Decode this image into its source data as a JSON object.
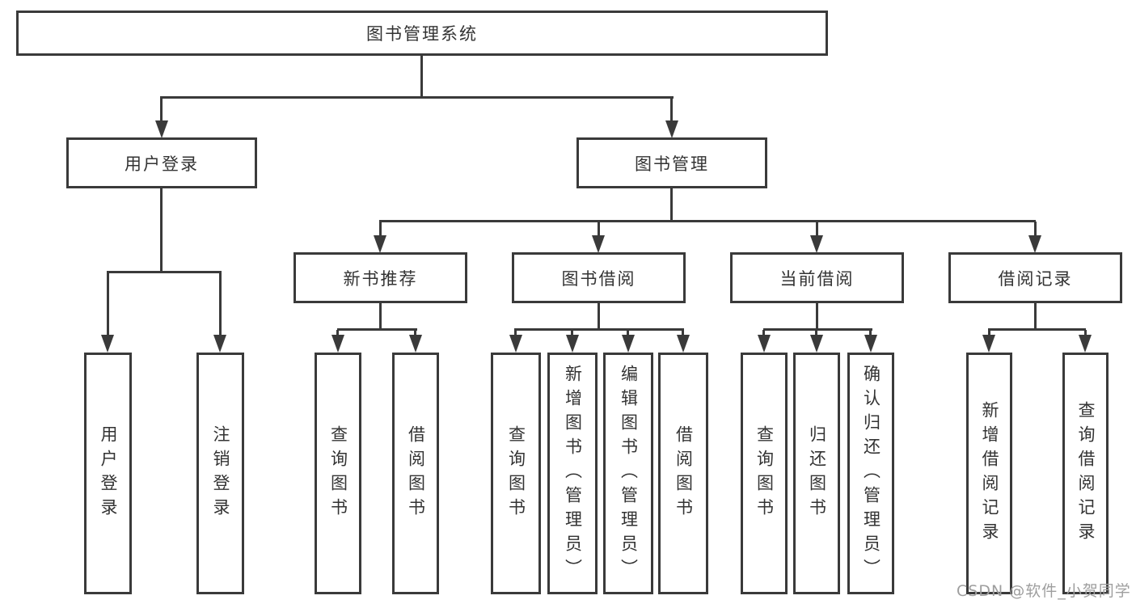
{
  "title": "图书管理系统",
  "level2": {
    "user_login": "用户登录",
    "book_mgmt": "图书管理"
  },
  "level3": {
    "new_book_rec": "新书推荐",
    "book_borrow": "图书借阅",
    "current_borrow": "当前借阅",
    "borrow_records": "借阅记录"
  },
  "leaves": {
    "user_login": [
      "用户登录",
      "注销登录"
    ],
    "new_book_rec": [
      "查询图书",
      "借阅图书"
    ],
    "book_borrow": [
      "查询图书",
      "新增图书（管理员）",
      "编辑图书（管理员）",
      "借阅图书"
    ],
    "current_borrow": [
      "查询图书",
      "归还图书",
      "确认归还（管理员）"
    ],
    "borrow_records": [
      "新增借阅记录",
      "查询借阅记录"
    ]
  },
  "watermark": "CSDN @软件_小贺同学",
  "colors": {
    "line": "#3a3a3a",
    "text": "#333333",
    "watermark": "#9e9e9e",
    "background": "#ffffff"
  }
}
